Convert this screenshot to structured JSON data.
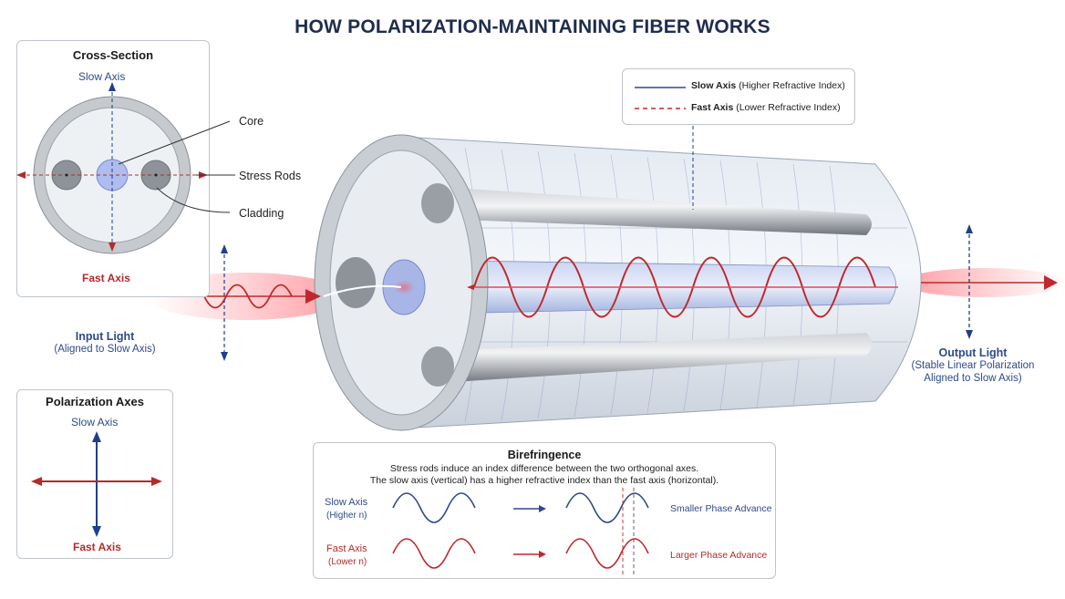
{
  "title": "HOW POLARIZATION-MAINTAINING FIBER WORKS",
  "cross_section": {
    "title": "Cross-Section",
    "slow_axis": "Slow Axis",
    "fast_axis": "Fast Axis",
    "core": "Core",
    "stress_rods": "Stress Rods",
    "cladding": "Cladding"
  },
  "legend": {
    "slow": "Slow Axis",
    "slow_note": "(Higher Refractive Index)",
    "fast": "Fast Axis",
    "fast_note": "(Lower Refractive Index)"
  },
  "input_light": {
    "label": "Input Light",
    "note": "(Aligned to Slow Axis)"
  },
  "output_light": {
    "label": "Output Light",
    "note1": "(Stable Linear Polarization",
    "note2": "Aligned to Slow Axis)"
  },
  "polarization_axes": {
    "title": "Polarization Axes",
    "slow": "Slow Axis",
    "fast": "Fast Axis"
  },
  "birefringence": {
    "title": "Birefringence",
    "line1": "Stress rods induce an index difference between the two orthogonal axes.",
    "line2": "The slow axis (vertical) has a higher refractive index than the fast axis (horizontal).",
    "slow_label": "Slow Axis",
    "slow_sub": "(Higher n)",
    "fast_label": "Fast Axis",
    "fast_sub": "(Lower n)",
    "slow_result": "Smaller Phase Advance",
    "fast_result": "Larger Phase Advance"
  },
  "colors": {
    "blue": "#2e4a8a",
    "red": "#c0282d",
    "navy": "#1f2d4d"
  }
}
